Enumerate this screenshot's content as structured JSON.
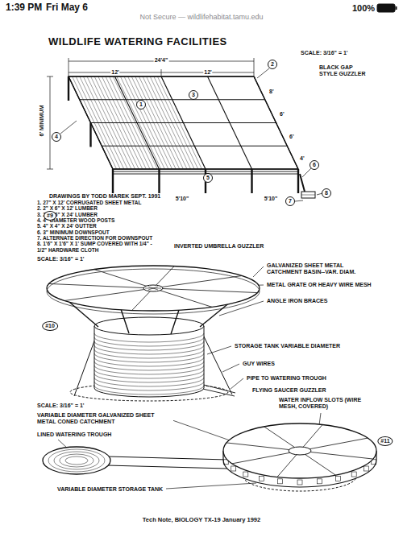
{
  "diagram": {
    "title": "WILDLIFE WATERING FACILITIES",
    "caption": "Tech Note, BIOLOGY TX-19 January 1992",
    "labels": [
      "1:39 PM",
      "Fri May 6",
      "Not Secure — wildlifehabitat.tamu.edu",
      "100%",
      "24'4\"",
      "12'",
      "12'",
      "SCALE: 3/16\" = 1'",
      "2",
      "BLACK GAP STYLE GUZZLER",
      "6' MINIMUM",
      "4",
      "1",
      "3",
      "8'",
      "6'",
      "6'",
      "4'",
      "5",
      "6",
      "8",
      "7",
      "5'10\"",
      "5'10\"",
      "1. 27\" X 12' CORRUGATED SHEET METAL",
      "2. 2\" X 6\" X 12' LUMBER",
      "3. 2\" X 6\" X 24' LUMBER",
      "4. 4\" DIAMETER WOOD POSTS",
      "5. 4\" X 4\" X 24' GUTTER",
      "6. 3\" MINIMUM DOWNSPOUT",
      "7. ALTERNATE DIRECTION FOR DOWNSPOUT",
      "8. 1'6\" X 1'6\" X 1' SUMP COVERED WITH 1/4\" - 1/2\" HARDWARE CLOTH",
      "INVERTED UMBRELLA GUZZLER",
      "SCALE: 3/16\" = 1'",
      "GALVANIZED SHEET METAL CATCHMENT BASIN--VAR. DIAM.",
      "METAL GRATE OR HEAVY WIRE MESH",
      "ANGLE IRON BRACES",
      "#10",
      "STORAGE TANK VARIABLE DIAMETER",
      "GUY WIRES",
      "PIPE TO WATERING TROUGH",
      "FLYING SAUCER GUZZLER",
      "SCALE: 3/16\" = 1'",
      "WATER INFLOW SLOTS (WIRE MESH, COVERED)",
      "VARIABLE DIAMETER GALVANIZED SHEET METAL CONED CATCHMENT",
      "LINED WATERING TROUGH",
      "#11",
      "VARIABLE DIAMETER STORAGE TANK",
      "DRAWINGS BY TODD MAREK SEPT. 1991",
      "#9"
    ]
  }
}
